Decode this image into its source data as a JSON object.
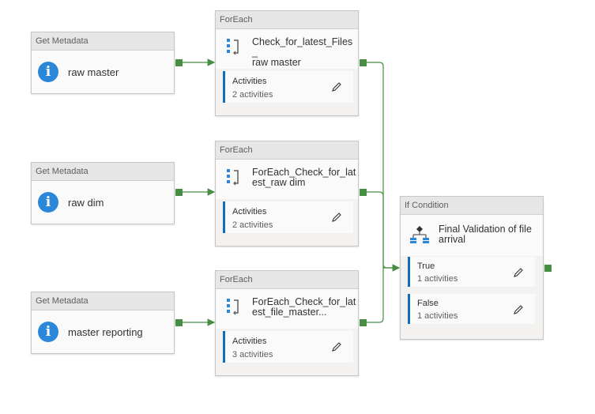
{
  "get_metadata_nodes": [
    {
      "type_label": "Get Metadata",
      "name": "raw master"
    },
    {
      "type_label": "Get Metadata",
      "name": "raw dim"
    },
    {
      "type_label": "Get Metadata",
      "name": "master reporting"
    }
  ],
  "foreach_nodes": [
    {
      "type_label": "ForEach",
      "title_line1": "Check_for_latest_Files_",
      "title_line2": "raw master",
      "panel_label": "Activities",
      "panel_count": "2 activities"
    },
    {
      "type_label": "ForEach",
      "title_line1": "ForEach_Check_for_lat",
      "title_line2": "est_raw dim",
      "panel_label": "Activities",
      "panel_count": "2 activities"
    },
    {
      "type_label": "ForEach",
      "title_line1": "ForEach_Check_for_lat",
      "title_line2": "est_file_master...",
      "panel_label": "Activities",
      "panel_count": "3 activities"
    }
  ],
  "if_condition": {
    "type_label": "If Condition",
    "title_line1": "Final Validation of file",
    "title_line2": "arrival",
    "true_label": "True",
    "true_count": "1 activities",
    "false_label": "False",
    "false_count": "1 activities"
  },
  "colors": {
    "accent": "#106ebe",
    "success_port": "#478e44",
    "info_icon": "#2b88d8"
  }
}
